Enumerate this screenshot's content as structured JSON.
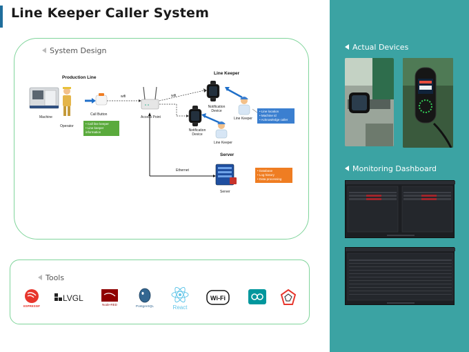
{
  "title": "Line Keeper Caller System",
  "system_design": {
    "label": "System Design",
    "production_line": "Production Line",
    "machine": "Machine",
    "operator": "Operator",
    "call_button": "Call Button",
    "call_notes": [
      "Call line keeper",
      "Line keeper information"
    ],
    "wifi_1": "wifi",
    "wifi_2": "wifi",
    "access_point": "Access Point",
    "line_keeper_title": "Line Keeper",
    "notification_device_1": "Notification Device",
    "notification_device_2": "Notification Device",
    "line_keeper_1": "Line Keeper",
    "line_keeper_2": "Line Keeper",
    "lk_notes": [
      "Line location",
      "Machine id",
      "Acknowledge caller"
    ],
    "ethernet": "Ethernet",
    "server_title": "Server",
    "server": "Server",
    "server_notes": [
      "Database",
      "Log history",
      "Data processing"
    ]
  },
  "tools": {
    "label": "Tools",
    "items": [
      "ESPRESSIF",
      "LVGL",
      "Node-RED",
      "PostgreSQL",
      "React",
      "Wi-Fi",
      "Arduino",
      "Grafana"
    ]
  },
  "actual_devices": {
    "label": "Actual Devices"
  },
  "monitoring_dashboard": {
    "label": "Monitoring Dashboard"
  },
  "colors": {
    "accent_teal": "#3ba3a3",
    "box_border": "#7fd49a",
    "note_green": "#5aaa3c",
    "note_blue": "#3b7fd0",
    "note_orange": "#ef7d22"
  }
}
